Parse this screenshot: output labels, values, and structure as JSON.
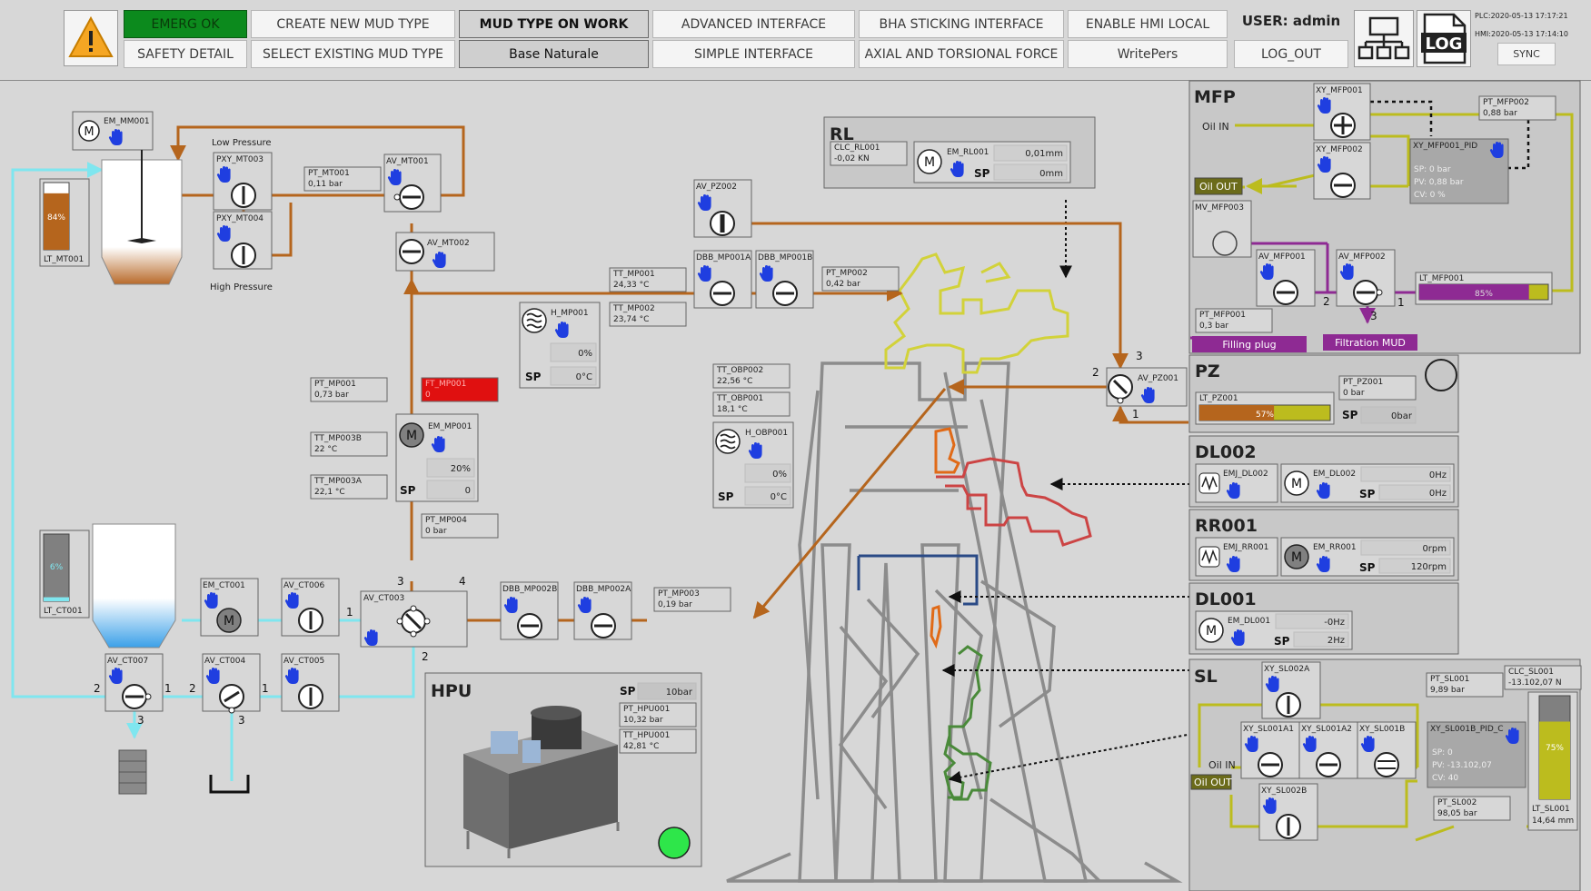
{
  "topbar": {
    "emerg": "EMERG OK",
    "safety": "SAFETY DETAIL",
    "create_mud": "CREATE NEW MUD TYPE",
    "select_mud": "SELECT EXISTING MUD TYPE",
    "mud_on_work": "MUD TYPE ON WORK",
    "mud_value": "Base Naturale",
    "advanced": "ADVANCED INTERFACE",
    "simple": "SIMPLE INTERFACE",
    "bha": "BHA STICKING INTERFACE",
    "axial": "AXIAL AND TORSIONAL FORCE",
    "enable_hmi": "ENABLE HMI LOCAL",
    "writepers": "WritePers",
    "user": "USER: admin",
    "logout": "LOG_OUT",
    "plc_time": "PLC:2020-05-13 17:17:21",
    "hmi_time": "HMI:2020-05-13 17:14:10",
    "sync": "SYNC",
    "log_label": "LOG"
  },
  "colors": {
    "mud": "#b5651d",
    "water": "#7fe6ef",
    "oil": "#bcbc1e",
    "purple": "#8e2a93",
    "alarm": "#e01010",
    "hand": "#1f3ee0"
  },
  "mt": {
    "em_mm001": "EM_MM001",
    "low_pressure": "Low Pressure",
    "high_pressure": "High Pressure",
    "pxy_mt003": "PXY_MT003",
    "pxy_mt004": "PXY_MT004",
    "pt_mt001": "PT_MT001",
    "pt_mt001_v": "0,11 bar",
    "av_mt001": "AV_MT001",
    "av_mt002": "AV_MT002",
    "lt_mt001": "LT_MT001",
    "lt_mt001_v": "84%",
    "lt_mt001_level": 0.84
  },
  "mp": {
    "av_pz002": "AV_PZ002",
    "tt_mp001": "TT_MP001",
    "tt_mp001_v": "24,33 °C",
    "tt_mp002": "TT_MP002",
    "tt_mp002_v": "23,74 °C",
    "dbb_a": "DBB_MP001A",
    "dbb_b": "DBB_MP001B",
    "pt_mp002": "PT_MP002",
    "pt_mp002_v": "0,42 bar",
    "h_mp001": "H_MP001",
    "h_mp001_v": "0%",
    "h_mp001_sp": "0°C",
    "pt_mp001": "PT_MP001",
    "pt_mp001_v": "0,73 bar",
    "ft_mp001": "FT_MP001",
    "ft_mp001_v": "0",
    "tt_mp003b": "TT_MP003B",
    "tt_mp003b_v": "22 °C",
    "tt_mp003a": "TT_MP003A",
    "tt_mp003a_v": "22,1 °C",
    "em_mp001": "EM_MP001",
    "em_mp001_v": "20%",
    "em_mp001_sp": "0",
    "pt_mp004": "PT_MP004",
    "pt_mp004_v": "0 bar",
    "tt_obp002": "TT_OBP002",
    "tt_obp002_v": "22,56 °C",
    "tt_obp001": "TT_OBP001",
    "tt_obp001_v": "18,1 °C",
    "h_obp001": "H_OBP001",
    "h_obp001_v": "0%",
    "h_obp001_sp": "0°C",
    "dbb_mp002b": "DBB_MP002B",
    "dbb_mp002a": "DBB_MP002A",
    "pt_mp003": "PT_MP003",
    "pt_mp003_v": "0,19 bar"
  },
  "ct": {
    "lt_ct001": "LT_CT001",
    "lt_ct001_v": "6%",
    "lt_ct001_level": 0.06,
    "em_ct001": "EM_CT001",
    "av_ct006": "AV_CT006",
    "av_ct003": "AV_CT003",
    "av_ct007": "AV_CT007",
    "av_ct004": "AV_CT004",
    "av_ct005": "AV_CT005"
  },
  "rl": {
    "title": "RL",
    "clc": "CLC_RL001",
    "clc_v": "-0,02 KN",
    "em": "EM_RL001",
    "em_v": "0,01mm",
    "sp_v": "0mm"
  },
  "hpu": {
    "title": "HPU",
    "sp_v": "10bar",
    "pt": "PT_HPU001",
    "pt_v": "10,32 bar",
    "tt": "TT_HPU001",
    "tt_v": "42,81 °C"
  },
  "mfp": {
    "title": "MFP",
    "oil_in": "Oil IN",
    "oil_out": "Oil OUT",
    "xy1": "XY_MFP001",
    "xy2": "XY_MFP002",
    "pt2": "PT_MFP002",
    "pt2_v": "0,88 bar",
    "pid": "XY_MFP001_PID",
    "pid_sp": "SP: 0 bar",
    "pid_pv": "PV: 0,88 bar",
    "pid_cv": "CV: 0 %",
    "mv3": "MV_MFP003",
    "av1": "AV_MFP001",
    "av2": "AV_MFP002",
    "lt1": "LT_MFP001",
    "lt1_v": "85%",
    "lt1_level": 0.85,
    "pt1": "PT_MFP001",
    "pt1_v": "0,3 bar",
    "filling": "Filling plug",
    "filtration": "Filtration MUD"
  },
  "pz": {
    "title": "PZ",
    "av": "AV_PZ001",
    "lt": "LT_PZ001",
    "lt_v": "57%",
    "lt_level": 0.57,
    "pt": "PT_PZ001",
    "pt_v": "0 bar",
    "sp_v": "0bar"
  },
  "dl002": {
    "title": "DL002",
    "emj": "EMJ_DL002",
    "em": "EM_DL002",
    "em_v": "0Hz",
    "sp_v": "0Hz"
  },
  "rr001": {
    "title": "RR001",
    "emj": "EMJ_RR001",
    "em": "EM_RR001",
    "em_v": "0rpm",
    "sp_v": "120rpm"
  },
  "dl001": {
    "title": "DL001",
    "em": "EM_DL001",
    "em_v": "-0Hz",
    "sp_v": "2Hz"
  },
  "sl": {
    "title": "SL",
    "xy2a": "XY_SL002A",
    "pt1": "PT_SL001",
    "pt1_v": "9,89 bar",
    "clc": "CLC_SL001",
    "clc_v": "-13.102,07 N",
    "xy1a1": "XY_SL001A1",
    "xy1a2": "XY_SL001A2",
    "xy1b": "XY_SL001B",
    "pid": "XY_SL001B_PID_C",
    "pid_sp": "SP: 0",
    "pid_pv": "PV: -13.102,07",
    "pid_cv": "CV: 40",
    "oil_in": "Oil IN",
    "oil_out": "Oil OUT",
    "xy2b": "XY_SL002B",
    "pt2": "PT_SL002",
    "pt2_v": "98,05 bar",
    "lt": "LT_SL001",
    "lt_v": "14,64 mm",
    "lt_pct": "75%",
    "lt_level": 0.75
  },
  "common": {
    "sp": "SP",
    "ports": [
      "1",
      "2",
      "3",
      "4"
    ]
  }
}
